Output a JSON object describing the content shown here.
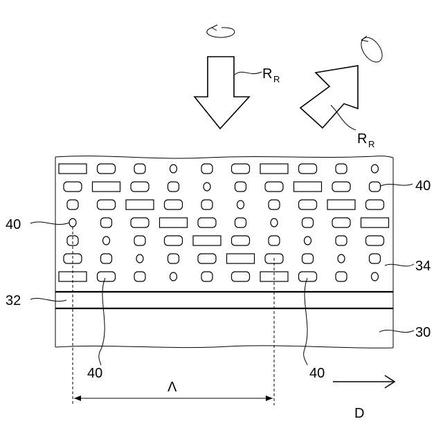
{
  "labels": {
    "incident_light": "R",
    "incident_light_sub": "R",
    "reflected_light": "R",
    "reflected_light_sub": "R",
    "liquid_crystal_molecule_top_right": "40",
    "liquid_crystal_molecule_left": "40",
    "liquid_crystal_layer": "34",
    "alignment_film": "32",
    "substrate": "30",
    "liquid_crystal_molecule_bottom_left": "40",
    "liquid_crystal_molecule_bottom_right": "40",
    "period": "Λ",
    "direction": "D"
  },
  "icons": {
    "rotation_incident": "circular-arrow-icon",
    "rotation_reflected": "circular-arrow-icon",
    "incident_arrow": "down-arrow-icon",
    "reflected_arrow": "diagonal-arrow-icon",
    "direction_arrow": "right-arrow-icon"
  }
}
